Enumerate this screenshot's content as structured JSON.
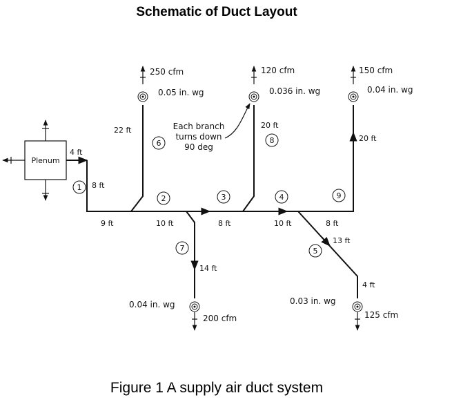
{
  "title": "Schematic of Duct Layout",
  "caption": "Figure 1 A supply air duct system",
  "plenum_label": "Plenum",
  "note": [
    "Each branch",
    "turns down",
    "90 deg"
  ],
  "lengths": {
    "s1_up": "4 ft",
    "s1_down": "8 ft",
    "s1_run": "9 ft",
    "s2": "10 ft",
    "s3": "8 ft",
    "s4": "10 ft",
    "s9_run": "8 ft",
    "b6": "22 ft",
    "b8": "20 ft",
    "b9_up": "20 ft",
    "b7": "14 ft",
    "b5_diag": "13 ft",
    "b5_drop": "4 ft"
  },
  "outlets": {
    "o6": {
      "flow": "250 cfm",
      "pressure": "0.05 in. wg"
    },
    "o8": {
      "flow": "120 cfm",
      "pressure": "0.036 in. wg"
    },
    "o9": {
      "flow": "150 cfm",
      "pressure": "0.04 in. wg"
    },
    "o7": {
      "flow": "200 cfm",
      "pressure": "0.04 in. wg"
    },
    "o5": {
      "flow": "125 cfm",
      "pressure": "0.03 in. wg"
    }
  },
  "sections": [
    "1",
    "2",
    "3",
    "4",
    "5",
    "6",
    "7",
    "8",
    "9"
  ]
}
